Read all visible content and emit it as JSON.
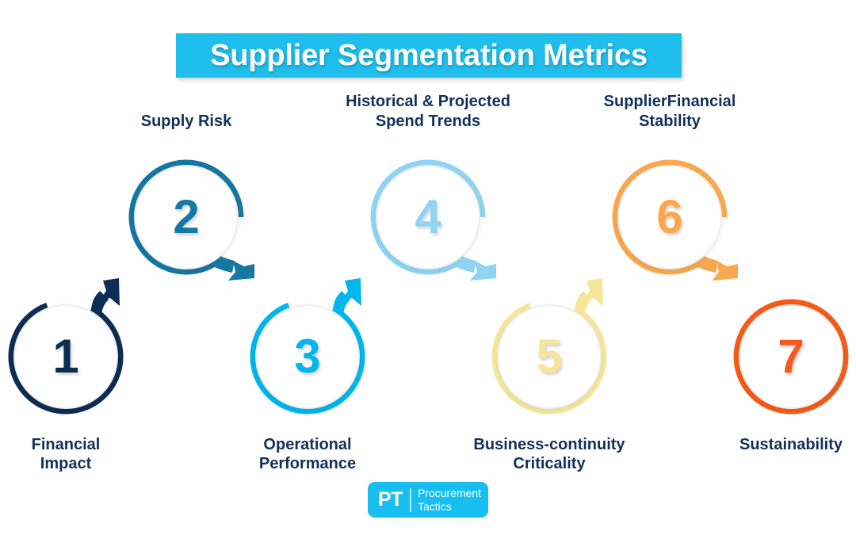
{
  "title": {
    "text": "Supplier Segmentation Metrics",
    "banner_color": "#1FBEEC",
    "text_color": "#FFFFFF"
  },
  "diagram": {
    "type": "zigzag-process-flow",
    "step_count": 7,
    "steps": [
      {
        "number": "1",
        "label": "Financial\nImpact",
        "color": "#0D2D52",
        "label_position": "below",
        "arrow": "up-right",
        "row": "bottom"
      },
      {
        "number": "2",
        "label": "Supply Risk",
        "color": "#1577A3",
        "label_position": "above",
        "arrow": "down-right",
        "row": "top"
      },
      {
        "number": "3",
        "label": "Operational\nPerformance",
        "color": "#00B6EC",
        "label_position": "below",
        "arrow": "up-right",
        "row": "bottom"
      },
      {
        "number": "4",
        "label": "Historical & Projected\nSpend Trends",
        "color": "#8FD4F2",
        "label_position": "above",
        "arrow": "down-right",
        "row": "top"
      },
      {
        "number": "5",
        "label": "Business-continuity\nCriticality",
        "color": "#F4E79C",
        "label_position": "below",
        "arrow": "up-right",
        "row": "bottom"
      },
      {
        "number": "6",
        "label": "SupplierFinancial\nStability",
        "color": "#F9A84F",
        "label_position": "above",
        "arrow": "down-right",
        "row": "top"
      },
      {
        "number": "7",
        "label": "Sustainability",
        "color": "#F55A19",
        "label_position": "below",
        "arrow": "none",
        "row": "bottom"
      }
    ]
  },
  "logo": {
    "mark": "PT",
    "line1": "Procurement",
    "line2": "Tactics",
    "background_color": "#18BEF0"
  }
}
